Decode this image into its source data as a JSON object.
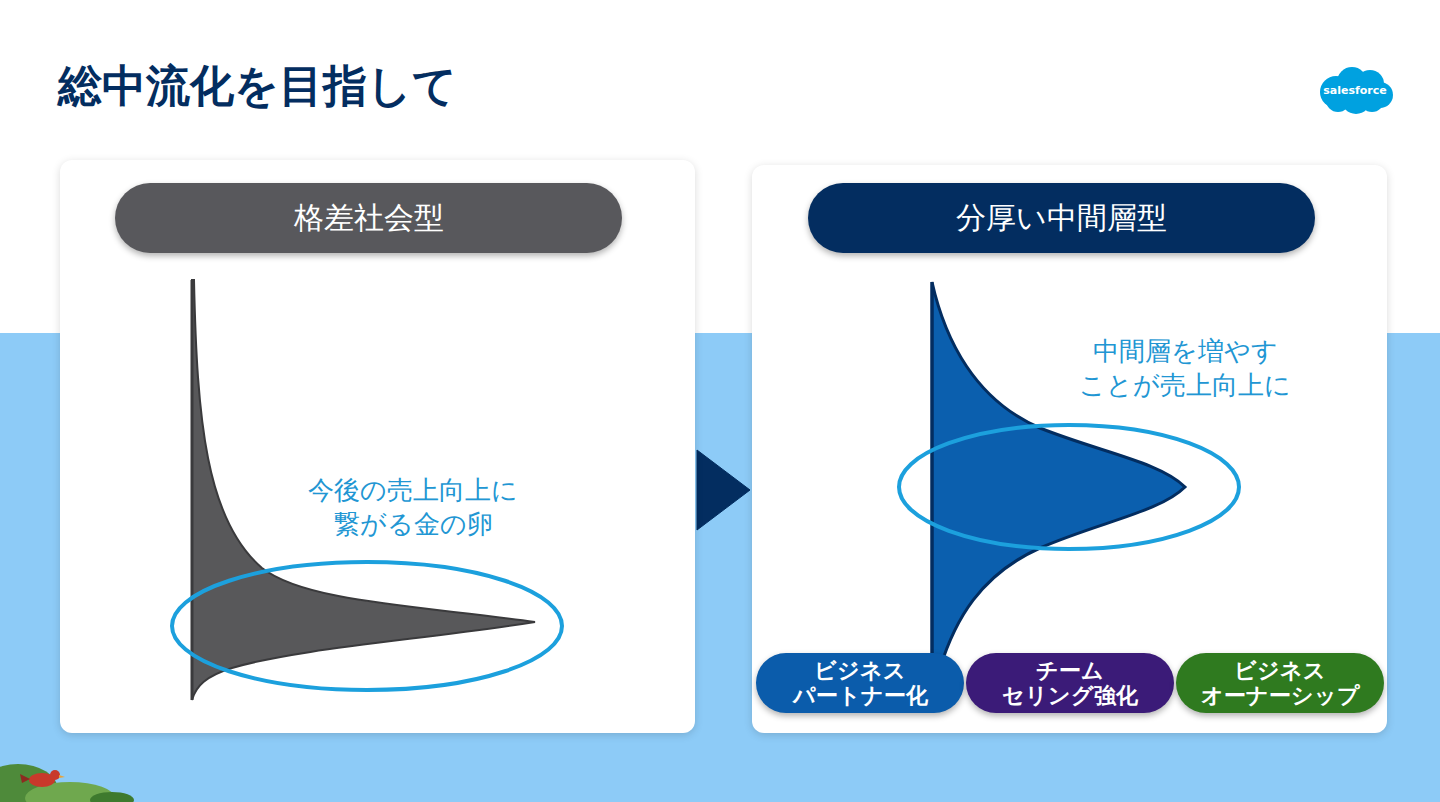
{
  "diagram": {
    "title": "総中流化を目指して",
    "nodes": [
      {
        "text": [
          "salesforce"
        ]
      },
      {
        "text": [
          "今後の売上向上に 繋がる金の卵"
        ]
      },
      {
        "text": [
          "格差社会型"
        ],
        "in": 1
      },
      {
        "text": [
          "中間層を増やす ことが売上向上に"
        ]
      },
      {
        "text": [
          "分厚い中間層型"
        ],
        "in": 3
      },
      {
        "text": [
          "ビジネス パートナー化"
        ],
        "in": 3
      },
      {
        "text": [
          "チーム セリング強化"
        ],
        "in": 3
      },
      {
        "text": [
          "ビジネス オーナーシップ"
        ],
        "in": 3
      }
    ],
    "edges": [
      {
        "from": 1,
        "to": 3,
        "arrow": "to"
      }
    ]
  }
}
